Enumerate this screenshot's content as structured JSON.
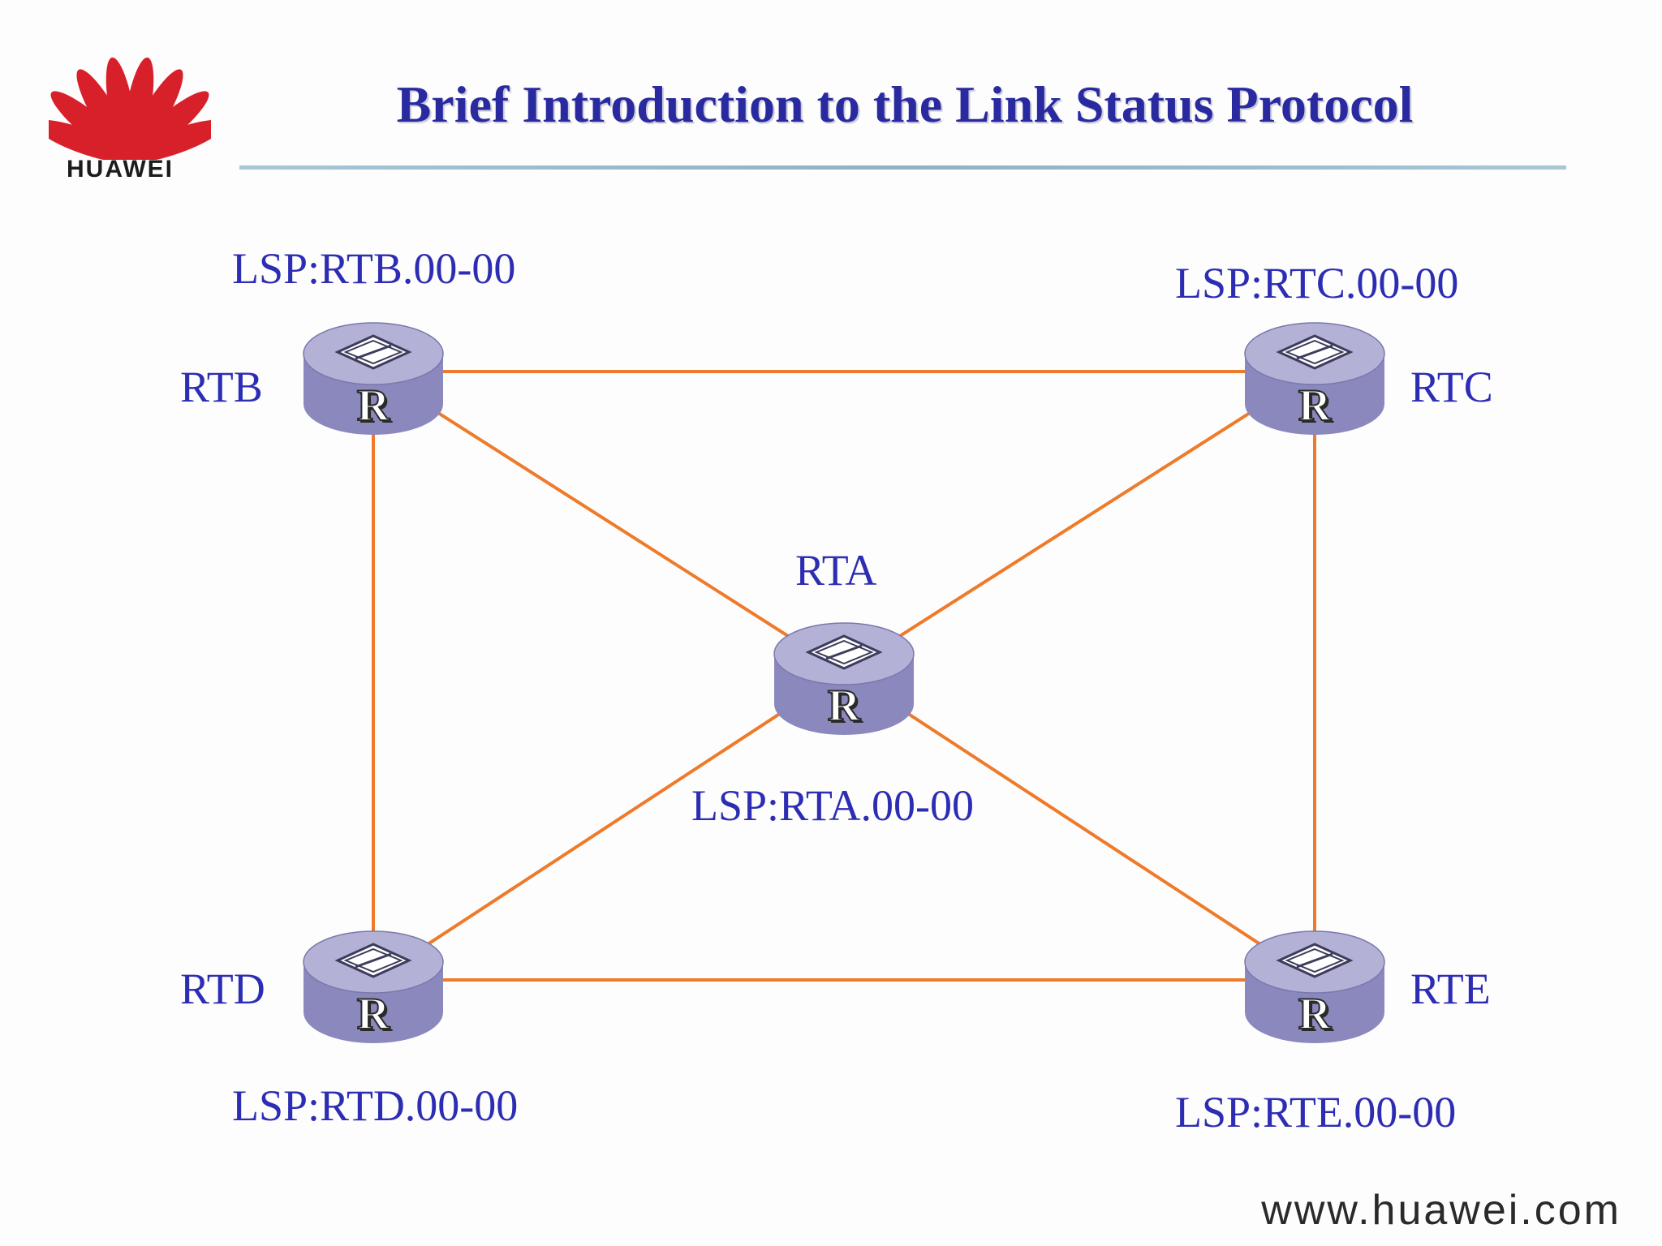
{
  "slide": {
    "title": "Brief Introduction to the Link Status Protocol",
    "footer_url": "www.huawei.com"
  },
  "logo": {
    "text": "HUAWEI",
    "icon": "huawei-petal-logo",
    "color": "#d8202a"
  },
  "routers": {
    "rta": {
      "name": "RTA",
      "lsp": "LSP:RTA.00-00",
      "icon_letter": "R"
    },
    "rtb": {
      "name": "RTB",
      "lsp": "LSP:RTB.00-00",
      "icon_letter": "R"
    },
    "rtc": {
      "name": "RTC",
      "lsp": "LSP:RTC.00-00",
      "icon_letter": "R"
    },
    "rtd": {
      "name": "RTD",
      "lsp": "LSP:RTD.00-00",
      "icon_letter": "R"
    },
    "rte": {
      "name": "RTE",
      "lsp": "LSP:RTE.00-00",
      "icon_letter": "R"
    }
  },
  "links": [
    [
      "RTB",
      "RTC"
    ],
    [
      "RTB",
      "RTD"
    ],
    [
      "RTB",
      "RTA"
    ],
    [
      "RTC",
      "RTE"
    ],
    [
      "RTC",
      "RTA"
    ],
    [
      "RTD",
      "RTE"
    ],
    [
      "RTD",
      "RTA"
    ],
    [
      "RTE",
      "RTA"
    ]
  ],
  "colors": {
    "title": "#2a2aa0",
    "label": "#2d2db4",
    "link": "#ee7a2a",
    "router_body": "#8a88bd",
    "router_top": "#b3b1d6"
  },
  "icons": {
    "router": "router-icon"
  }
}
